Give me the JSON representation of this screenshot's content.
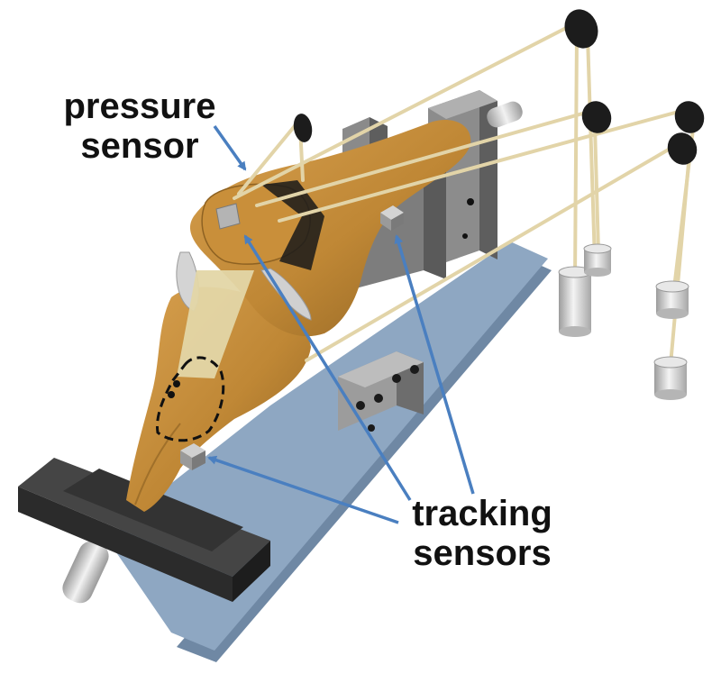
{
  "labels": {
    "pressure_line1": "pressure",
    "pressure_line2": "sensor",
    "tracking_line1": "tracking",
    "tracking_line2": "sensors"
  },
  "colors": {
    "bone": "#c08a3a",
    "bone_dark": "#8e6222",
    "plate": "#8ea7c2",
    "plate_dark": "#6f88a4",
    "block": "#8a8a8a",
    "block_dark": "#5e5e5e",
    "foot_block": "#2d2d2d",
    "cable": "#e2d4a8",
    "arrow": "#4a7fc0",
    "weight": "#d8d8d8",
    "pulley": "#1c1c1c",
    "sensor": "#b4b4b4"
  }
}
